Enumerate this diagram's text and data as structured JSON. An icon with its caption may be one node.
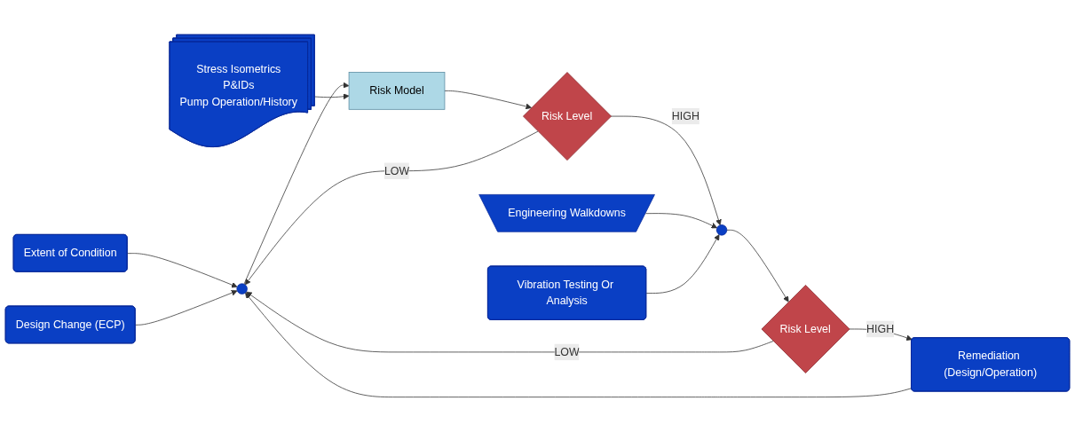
{
  "diagram": {
    "nodes": [
      {
        "text": [
          "Extent of Condition"
        ]
      },
      {
        "text": [
          "Design Change (ECP)"
        ]
      },
      {
        "text": [],
        "shape": "circle"
      },
      {
        "text": [
          "Stress Isometrics",
          "P&IDs",
          "Pump Operation/History"
        ]
      },
      {
        "text": [
          "Risk Model"
        ]
      },
      {
        "text": [
          "Risk Level"
        ]
      },
      {
        "text": [
          "Engineering Walkdowns"
        ]
      },
      {
        "text": [],
        "shape": "circle"
      },
      {
        "text": [
          "Vibration Testing Or Analysis"
        ]
      },
      {
        "text": [
          "Risk Level"
        ]
      },
      {
        "text": [
          "Remediation (Design/Operation)"
        ]
      }
    ],
    "edges": [
      {
        "from": 0,
        "to": 2,
        "arrow": "to"
      },
      {
        "from": 1,
        "to": 2,
        "arrow": "to"
      },
      {
        "from": 2,
        "to": 4,
        "arrow": "to"
      },
      {
        "from": 3,
        "to": 4,
        "arrow": "to"
      },
      {
        "from": 4,
        "to": 5,
        "arrow": "to"
      },
      {
        "from": 5,
        "to": 7,
        "label": "HIGH",
        "arrow": "to"
      },
      {
        "from": 6,
        "to": 7,
        "arrow": "to"
      },
      {
        "from": 8,
        "to": 7,
        "arrow": "to"
      },
      {
        "from": 7,
        "to": 9,
        "arrow": "to"
      },
      {
        "from": 9,
        "to": 10,
        "label": "HIGH",
        "arrow": "to"
      },
      {
        "from": 5,
        "to": 2,
        "label": "LOW",
        "arrow": "to"
      },
      {
        "from": 9,
        "to": 2,
        "label": "LOW",
        "arrow": "to"
      },
      {
        "from": 10,
        "to": 2,
        "arrow": "to"
      }
    ]
  }
}
